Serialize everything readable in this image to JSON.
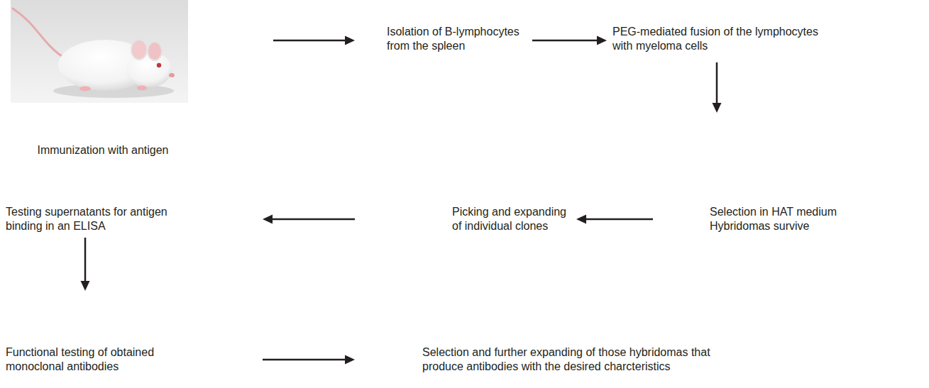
{
  "diagram": {
    "nodes": [
      {
        "text": [
          "Immunization with antigen"
        ]
      },
      {
        "text": [
          "Isolation of B-lymphocytes from the spleen"
        ]
      },
      {
        "text": [
          "PEG-mediated fusion of the lymphocytes with myeloma cells"
        ]
      },
      {
        "text": [
          "Selection in HAT medium Hybridomas survive"
        ]
      },
      {
        "text": [
          "Picking and expanding of individual clones"
        ]
      },
      {
        "text": [
          "Testing supernatants for antigen binding in an ELISA"
        ]
      },
      {
        "text": [
          "Functional testing of obtained monoclonal antibodies"
        ]
      },
      {
        "text": [
          "Selection and further expanding of those hybridomas that produce antibodies with the desired charcteristics"
        ]
      }
    ],
    "edges": [
      {
        "from": 0,
        "to": 1,
        "arrow": "to"
      },
      {
        "from": 1,
        "to": 2,
        "arrow": "to"
      },
      {
        "from": 2,
        "to": 3,
        "arrow": "to"
      },
      {
        "from": 3,
        "to": 4,
        "arrow": "to"
      },
      {
        "from": 4,
        "to": 5,
        "arrow": "to"
      },
      {
        "from": 5,
        "to": 6,
        "arrow": "to"
      },
      {
        "from": 6,
        "to": 7,
        "arrow": "to"
      }
    ]
  }
}
